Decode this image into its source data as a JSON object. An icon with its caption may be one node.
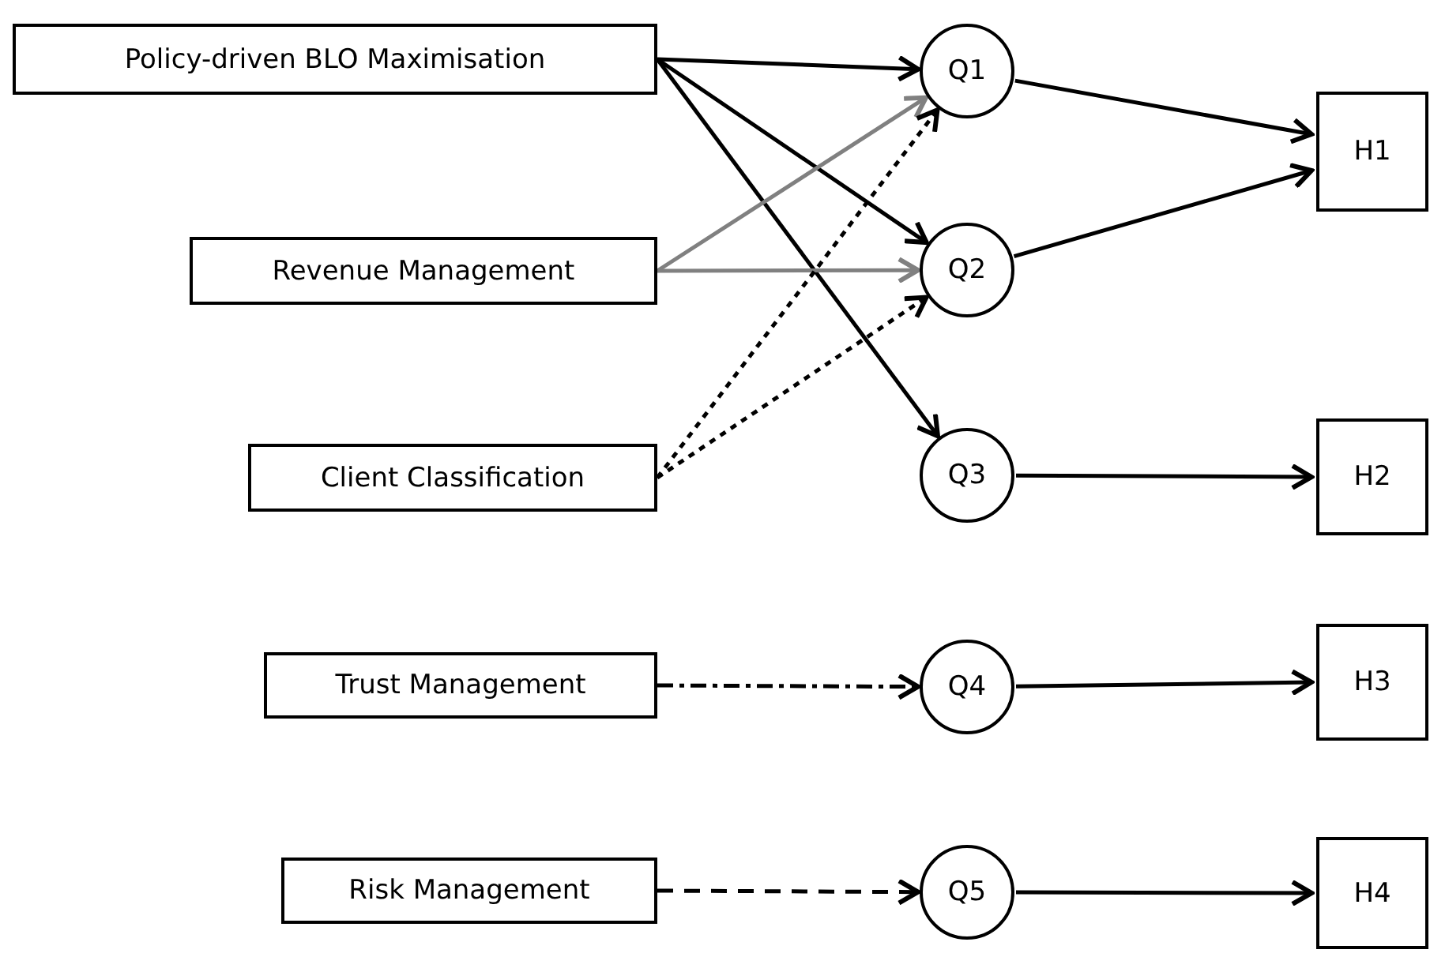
{
  "diagram": {
    "nodes": [
      {
        "text": [
          "Policy-driven BLO Maximisation"
        ]
      },
      {
        "text": [
          "Revenue Management"
        ]
      },
      {
        "text": [
          "Client Classification"
        ]
      },
      {
        "text": [
          "Trust Management"
        ]
      },
      {
        "text": [
          "Risk Management"
        ]
      },
      {
        "text": [
          "Q1"
        ]
      },
      {
        "text": [
          "Q2"
        ]
      },
      {
        "text": [
          "Q3"
        ]
      },
      {
        "text": [
          "Q4"
        ]
      },
      {
        "text": [
          "Q5"
        ]
      },
      {
        "text": [
          "H1"
        ]
      },
      {
        "text": [
          "H2"
        ]
      },
      {
        "text": [
          "H3"
        ]
      },
      {
        "text": [
          "H4"
        ]
      }
    ],
    "edges": [
      {
        "from": 0,
        "to": 5,
        "arrow": "to"
      },
      {
        "from": 0,
        "to": 6,
        "arrow": "to"
      },
      {
        "from": 0,
        "to": 7,
        "arrow": "to"
      },
      {
        "from": 1,
        "to": 5,
        "arrow": "to",
        "color": "#808080"
      },
      {
        "from": 1,
        "to": 6,
        "arrow": "to",
        "color": "#808080"
      },
      {
        "from": 2,
        "to": 5,
        "arrow": "to",
        "style": "dashed"
      },
      {
        "from": 2,
        "to": 6,
        "arrow": "to",
        "style": "dashed"
      },
      {
        "from": 3,
        "to": 8,
        "arrow": "to",
        "style": "dashed"
      },
      {
        "from": 4,
        "to": 9,
        "arrow": "to",
        "style": "dashed"
      },
      {
        "from": 5,
        "to": 10,
        "arrow": "to"
      },
      {
        "from": 6,
        "to": 10,
        "arrow": "to"
      },
      {
        "from": 7,
        "to": 11,
        "arrow": "to"
      },
      {
        "from": 8,
        "to": 12,
        "arrow": "to"
      },
      {
        "from": 9,
        "to": 13,
        "arrow": "to"
      }
    ]
  }
}
